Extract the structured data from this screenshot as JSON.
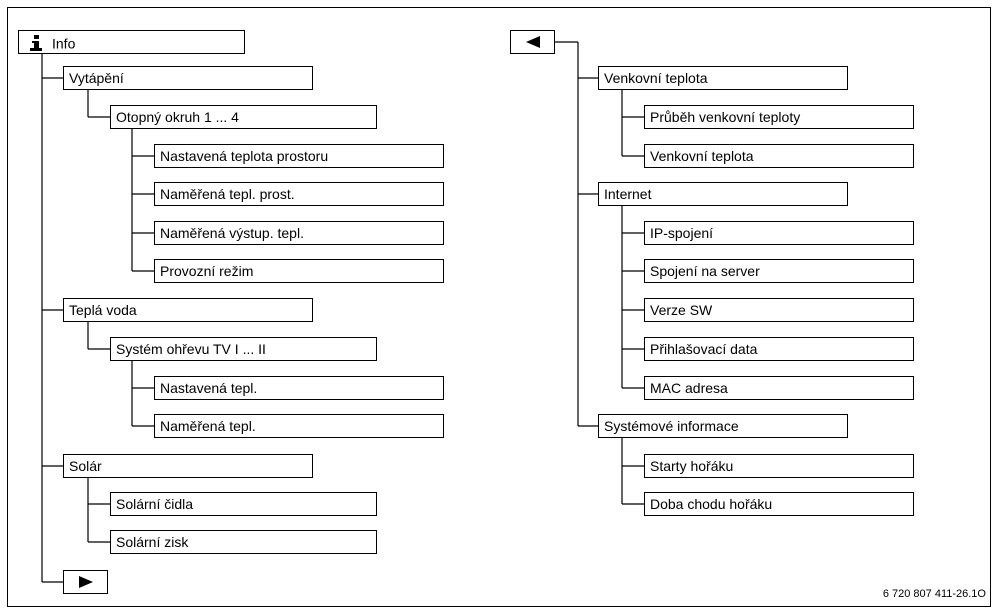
{
  "root": {
    "icon": "info-icon",
    "label": "Info"
  },
  "left": {
    "heating": {
      "label": "Vytápění",
      "circuit": {
        "label": "Otopný okruh 1 ... 4",
        "items": [
          "Nastavená teplota prostoru",
          "Naměřená tepl. prost.",
          "Naměřená výstup. tepl.",
          "Provozní režim"
        ]
      }
    },
    "hot_water": {
      "label": "Teplá voda",
      "system": {
        "label": "Systém ohřevu TV I ... II",
        "items": [
          "Nastavená tepl.",
          "Naměřená tepl."
        ]
      }
    },
    "solar": {
      "label": "Solár",
      "items": [
        "Solární čidla",
        "Solární zisk"
      ]
    },
    "next_button": {
      "icon": "next-triangle-icon"
    }
  },
  "right": {
    "back_button": {
      "icon": "back-triangle-icon"
    },
    "outdoor": {
      "label": "Venkovní teplota",
      "items": [
        "Průběh venkovní teploty",
        "Venkovní teplota"
      ]
    },
    "internet": {
      "label": "Internet",
      "items": [
        "IP-spojení",
        "Spojení na server",
        "Verze SW",
        "Přihlašovací data",
        "MAC adresa"
      ]
    },
    "system_info": {
      "label": "Systémové informace",
      "items": [
        "Starty hořáku",
        "Doba chodu hořáku"
      ]
    }
  },
  "figure_id": "6 720 807 411-26.1O"
}
